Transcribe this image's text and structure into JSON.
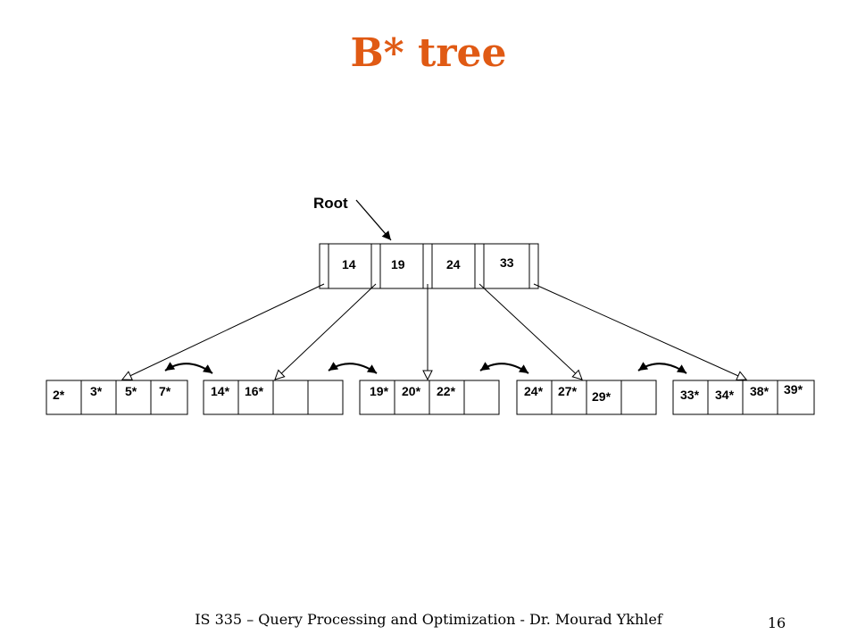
{
  "slide": {
    "title": "B* tree",
    "footer": "IS 335 – Query Processing and Optimization - Dr. Mourad Ykhlef",
    "page_number": "16"
  },
  "tree": {
    "root_label": "Root",
    "root_keys": [
      "14",
      "19",
      "24",
      "33"
    ],
    "leaves": [
      [
        "2*",
        "3*",
        "5*",
        "7*"
      ],
      [
        "14*",
        "16*",
        "",
        ""
      ],
      [
        "19*",
        "20*",
        "22*",
        ""
      ],
      [
        "24*",
        "27*",
        "29*",
        ""
      ],
      [
        "33*",
        "34*",
        "38*",
        "39*"
      ]
    ]
  }
}
